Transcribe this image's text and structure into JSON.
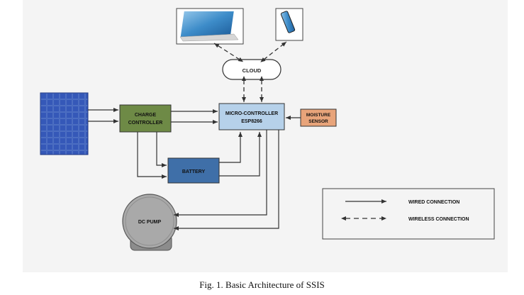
{
  "diagram": {
    "nodes": {
      "laptop": {
        "label": ""
      },
      "phone": {
        "label": ""
      },
      "cloud": {
        "label": "CLOUD"
      },
      "solar_panel": {
        "label": ""
      },
      "charge_controller": {
        "line1": "CHARGE",
        "line2": "CONTROLLER"
      },
      "microcontroller": {
        "line1": "MICRO-CONTROLLER",
        "line2": "ESP8266"
      },
      "moisture_sensor": {
        "line1": "MOISTURE",
        "line2": "SENSOR"
      },
      "battery": {
        "label": "BATTERY"
      },
      "dc_pump": {
        "label": "DC PUMP"
      }
    },
    "legend": {
      "wired": "WIRED CONNECTION",
      "wireless": "WIRELESS CONNECTION"
    },
    "colors": {
      "charge_controller": "#6e8a46",
      "microcontroller": "#b6d1ea",
      "moisture_sensor": "#e8a47a",
      "battery": "#3f6fa8",
      "solar_panel": "#2d4fa6",
      "pump": "#9a9a9a"
    }
  },
  "caption": "Fig. 1. Basic Architecture of SSIS"
}
